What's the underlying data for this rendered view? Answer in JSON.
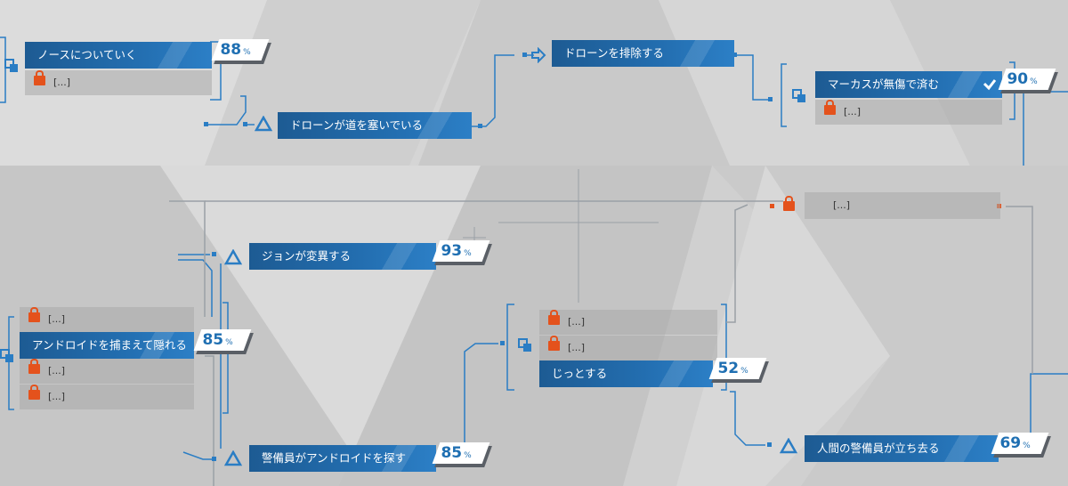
{
  "colors": {
    "accent": "#236eb0",
    "lock": "#e4521c",
    "bg": "#d4d4d4"
  },
  "nodes": {
    "follow_north": {
      "label": "ノースについていく",
      "pct": "88",
      "unit": "%"
    },
    "drone_blocking": {
      "label": "ドローンが道を塞いでいる"
    },
    "eliminate_drone": {
      "label": "ドローンを排除する"
    },
    "markus_unharmed": {
      "label": "マーカスが無傷で済む",
      "pct": "90",
      "unit": "%"
    },
    "jon_deviated": {
      "label": "ジョンが変異する",
      "pct": "93",
      "unit": "%"
    },
    "hide_androids": {
      "label": "アンドロイドを捕まえて隠れる",
      "pct": "85",
      "unit": "%"
    },
    "guard_searches": {
      "label": "警備員がアンドロイドを探す",
      "pct": "85",
      "unit": "%"
    },
    "stay_still": {
      "label": "じっとする",
      "pct": "52",
      "unit": "%"
    },
    "guard_leaves": {
      "label": "人間の警備員が立ち去る",
      "pct": "69",
      "unit": "%"
    }
  },
  "locked_label": "[...]",
  "icons": [
    "branch-icon",
    "triangle-icon",
    "arrow-right-icon",
    "lock-icon",
    "check-icon"
  ]
}
